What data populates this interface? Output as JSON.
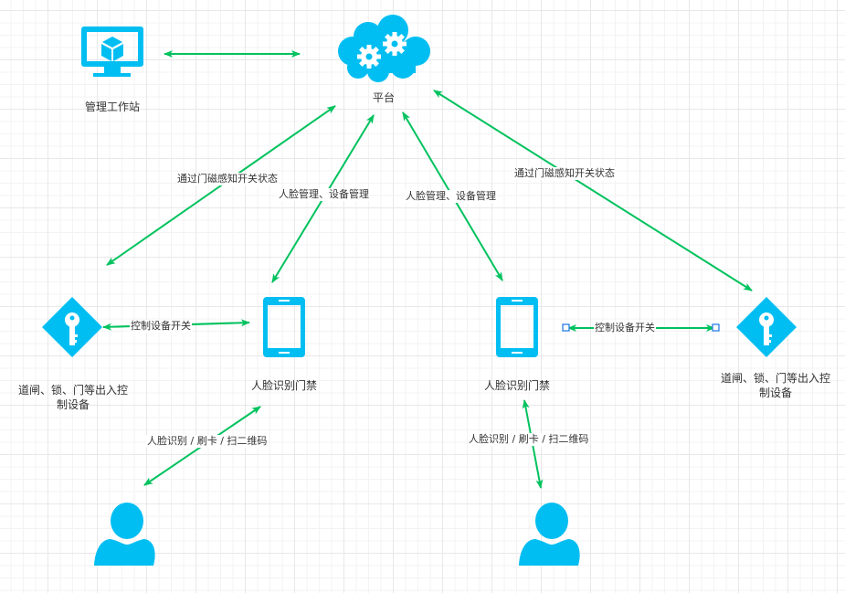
{
  "colors": {
    "icon": "#00BEF2",
    "arrow": "#00C25E",
    "handle": "#1A73E8",
    "text": "#333333"
  },
  "nodes": {
    "workstation": {
      "label": "管理工作站",
      "icon": "monitor-cube-icon"
    },
    "platform": {
      "label": "平台",
      "icon": "cloud-gears-icon"
    },
    "face_terminal_left": {
      "label": "人脸识别门禁",
      "icon": "smartphone-icon"
    },
    "face_terminal_right": {
      "label": "人脸识别门禁",
      "icon": "smartphone-icon"
    },
    "access_device_left": {
      "label_line1": "道闸、锁、门等出入控",
      "label_line2": "制设备",
      "icon": "key-diamond-icon"
    },
    "access_device_right": {
      "label_line1": "道闸、锁、门等出入控",
      "label_line2": "制设备",
      "icon": "key-diamond-icon"
    },
    "user_left": {
      "icon": "user-icon"
    },
    "user_right": {
      "icon": "user-icon"
    }
  },
  "edges": {
    "workstation_platform": {
      "label": ""
    },
    "platform_access_left": {
      "label": "通过门磁感知开关状态"
    },
    "platform_face_left": {
      "label": "人脸管理、设备管理"
    },
    "platform_face_right": {
      "label": "人脸管理、设备管理"
    },
    "platform_access_right": {
      "label": "通过门磁感知开关状态"
    },
    "access_face_left": {
      "label": "控制设备开关"
    },
    "face_access_right": {
      "label": "控制设备开关"
    },
    "user_face_left": {
      "label": "人脸识别 / 刷卡 / 扫二维码"
    },
    "user_face_right": {
      "label": "人脸识别 / 刷卡 / 扫二维码"
    }
  }
}
